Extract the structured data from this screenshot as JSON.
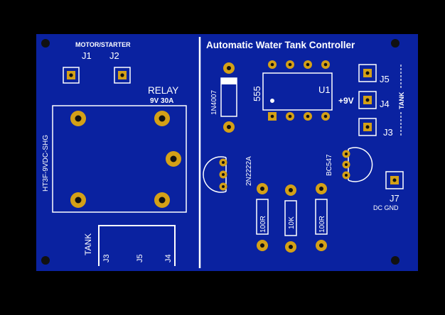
{
  "board": {
    "title": "Automatic Water Tank Controller",
    "colors": {
      "background": "#000000",
      "board": "#0a22a0",
      "silk": "#ffffff",
      "pad": "#d4a017",
      "hole": "#111111"
    }
  },
  "motor_block": {
    "heading": "MOTOR/STARTER",
    "j1": "J1",
    "j2": "J2"
  },
  "relay": {
    "title": "RELAY",
    "rating": "9V 30A",
    "part": "HT3F-9VDC-SHG"
  },
  "tank_block": {
    "label": "TANK",
    "j3": "J3",
    "j5": "J5",
    "j4": "J4"
  },
  "diode": {
    "label": "1N4007"
  },
  "ic": {
    "type": "555",
    "ref": "U1"
  },
  "transistors": {
    "q1": "2N2222A",
    "q2": "BC547"
  },
  "resistors": {
    "r1": "100R",
    "r2": "10K",
    "r3": "100R"
  },
  "connectors": {
    "j5": "J5",
    "j4": "J4",
    "j3": "J3",
    "supply": "+9V",
    "tank_side": "TANK",
    "j7": "J7",
    "dc_gnd": "DC GND"
  }
}
